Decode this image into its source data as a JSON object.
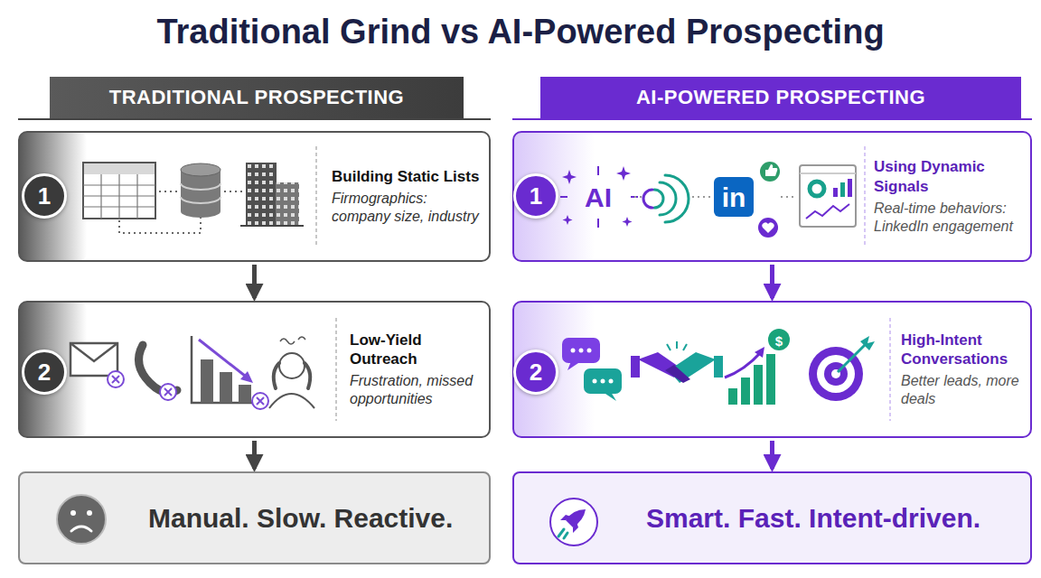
{
  "diagram": {
    "title": "Traditional Grind vs AI-Powered Prospecting",
    "nodes": [
      {
        "text": [
          "TRADITIONAL PROSPECTING"
        ]
      },
      {
        "text": [
          "Building Static Lists",
          "Firmographics: company size, industry"
        ]
      },
      {
        "text": [
          "1"
        ],
        "in": 1
      },
      {
        "text": [
          "Low-Yield Outreach",
          "Frustration, missed opportunities"
        ]
      },
      {
        "text": [
          "2"
        ],
        "in": 3
      },
      {
        "text": [
          "Manual. Slow. Reactive."
        ]
      },
      {
        "text": [
          "AI-POWERED PROSPECTING"
        ]
      },
      {
        "text": [
          "Using Dynamic Signals",
          "Real-time behaviors: LinkedIn engagement"
        ]
      },
      {
        "text": [
          "1"
        ],
        "in": 7
      },
      {
        "text": [
          "High-Intent Conversations",
          "Better leads, more deals"
        ]
      },
      {
        "text": [
          "2"
        ],
        "in": 9
      },
      {
        "text": [
          "Smart. Fast. Intent-driven."
        ]
      }
    ],
    "edges": [
      {
        "from": 1,
        "to": 3,
        "arrow": "to"
      },
      {
        "from": 3,
        "to": 5,
        "arrow": "to"
      },
      {
        "from": 7,
        "to": 9,
        "arrow": "to"
      },
      {
        "from": 9,
        "to": 11,
        "arrow": "to"
      }
    ],
    "labels": [
      "AI",
      "in",
      "$"
    ]
  }
}
